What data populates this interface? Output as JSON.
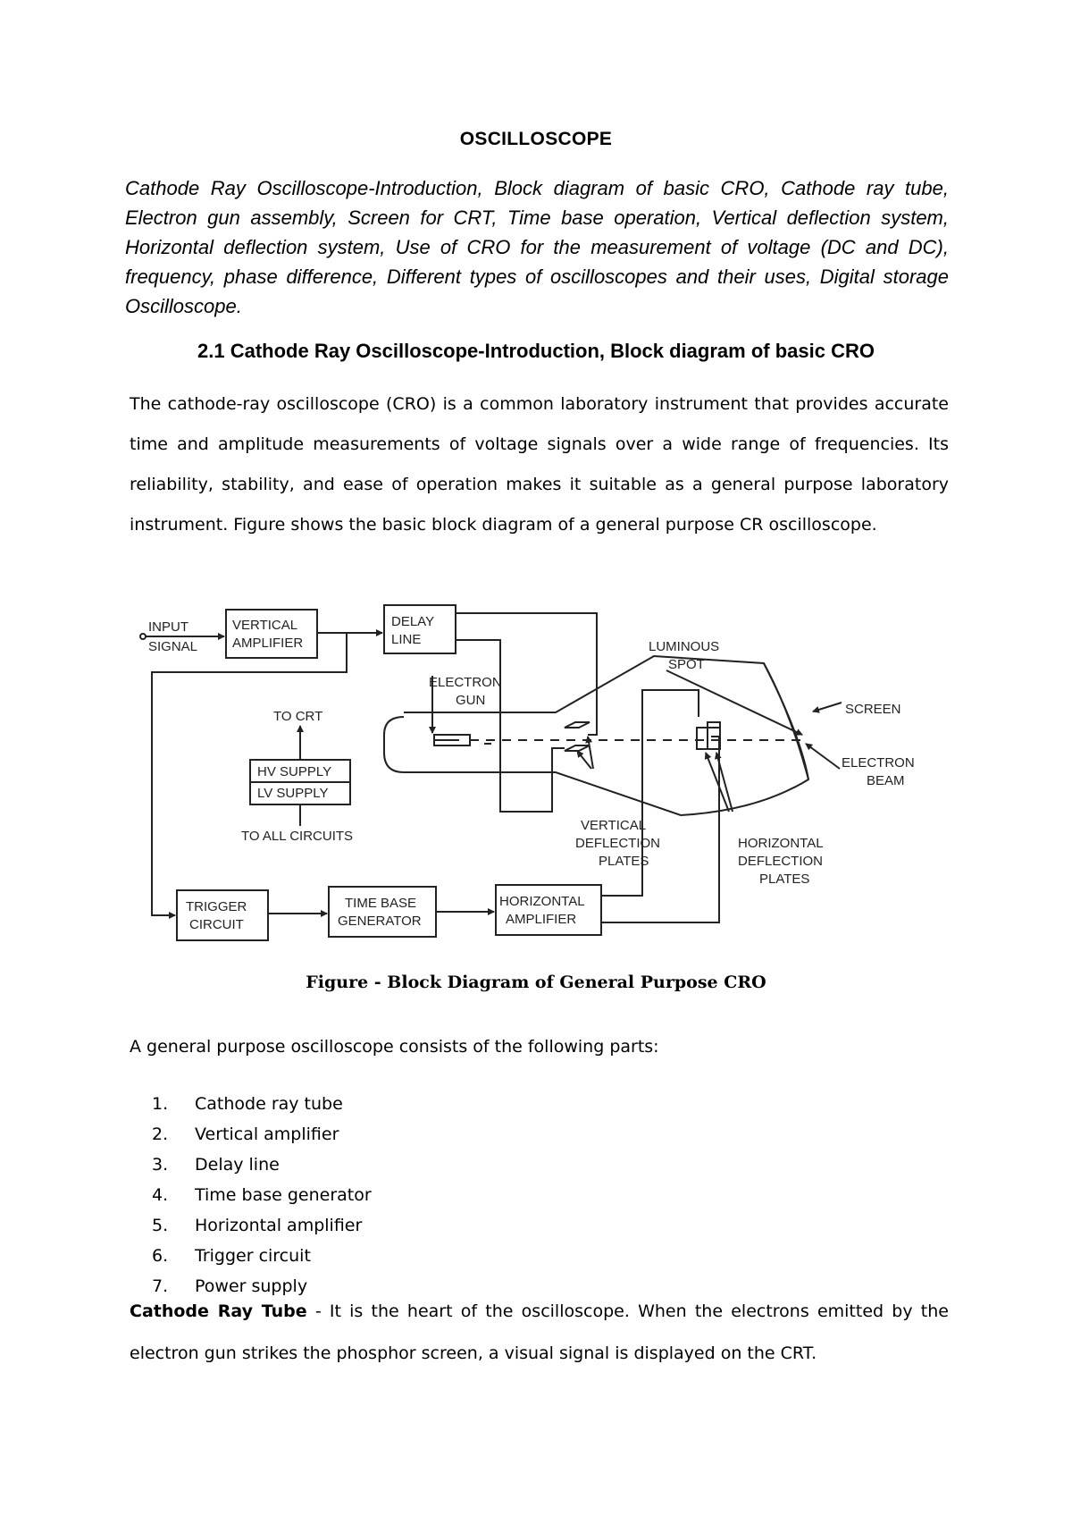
{
  "title": "OSCILLOSCOPE",
  "intro": "Cathode Ray Oscilloscope-Introduction, Block diagram of basic CRO, Cathode ray tube, Electron gun assembly, Screen for CRT, Time base operation, Vertical deflection system, Horizontal deflection system, Use of CRO for the measurement of voltage (DC and DC), frequency, phase difference, Different types of oscilloscopes and their uses, Digital storage Oscilloscope.",
  "section_heading": "2.1 Cathode Ray Oscilloscope-Introduction, Block diagram of basic CRO",
  "body_paragraph": "The cathode-ray oscilloscope (CRO) is a common laboratory instrument that provides accurate time and amplitude measurements of voltage signals over a wide range of frequencies. Its reliability, stability, and ease of operation makes it suitable as a general purpose laboratory instrument. Figure shows the basic block diagram of a general purpose CR oscilloscope.",
  "figure": {
    "caption": "Figure - Block Diagram of General Purpose CRO",
    "labels": {
      "input": "INPUT",
      "signal": "SIGNAL",
      "vertical_amp_1": "VERTICAL",
      "vertical_amp_2": "AMPLIFIER",
      "delay_1": "DELAY",
      "delay_2": "LINE",
      "electron_gun_1": "ELECTRON",
      "electron_gun_2": "GUN",
      "luminous_1": "LUMINOUS",
      "luminous_2": "SPOT",
      "screen": "SCREEN",
      "beam_1": "ELECTRON",
      "beam_2": "BEAM",
      "to_crt": "TO CRT",
      "hv_supply": "HV SUPPLY",
      "lv_supply": "LV SUPPLY",
      "to_all": "TO ALL CIRCUITS",
      "vdp_1": "VERTICAL",
      "vdp_2": "DEFLECTION",
      "vdp_3": "PLATES",
      "hdp_1": "HORIZONTAL",
      "hdp_2": "DEFLECTION",
      "hdp_3": "PLATES",
      "trigger_1": "TRIGGER",
      "trigger_2": "CIRCUIT",
      "timebase_1": "TIME BASE",
      "timebase_2": "GENERATOR",
      "hamp_1": "HORIZONTAL",
      "hamp_2": "AMPLIFIER"
    }
  },
  "parts_lead": "A general purpose oscilloscope consists of the following parts:",
  "parts": [
    {
      "num": "1.",
      "text": "Cathode ray tube"
    },
    {
      "num": "2.",
      "text": "Vertical amplifier"
    },
    {
      "num": "3.",
      "text": "Delay line"
    },
    {
      "num": "4.",
      "text": "Time base generator"
    },
    {
      "num": "5.",
      "text": "Horizontal amplifier"
    },
    {
      "num": "6.",
      "text": "Trigger circuit"
    },
    {
      "num": "7.",
      "text": "Power supply"
    }
  ],
  "crt_term": "Cathode Ray Tube",
  "crt_text": " - It is the heart of the oscilloscope. When the electrons emitted by the electron gun strikes the phosphor screen, a visual signal is displayed on the CRT."
}
